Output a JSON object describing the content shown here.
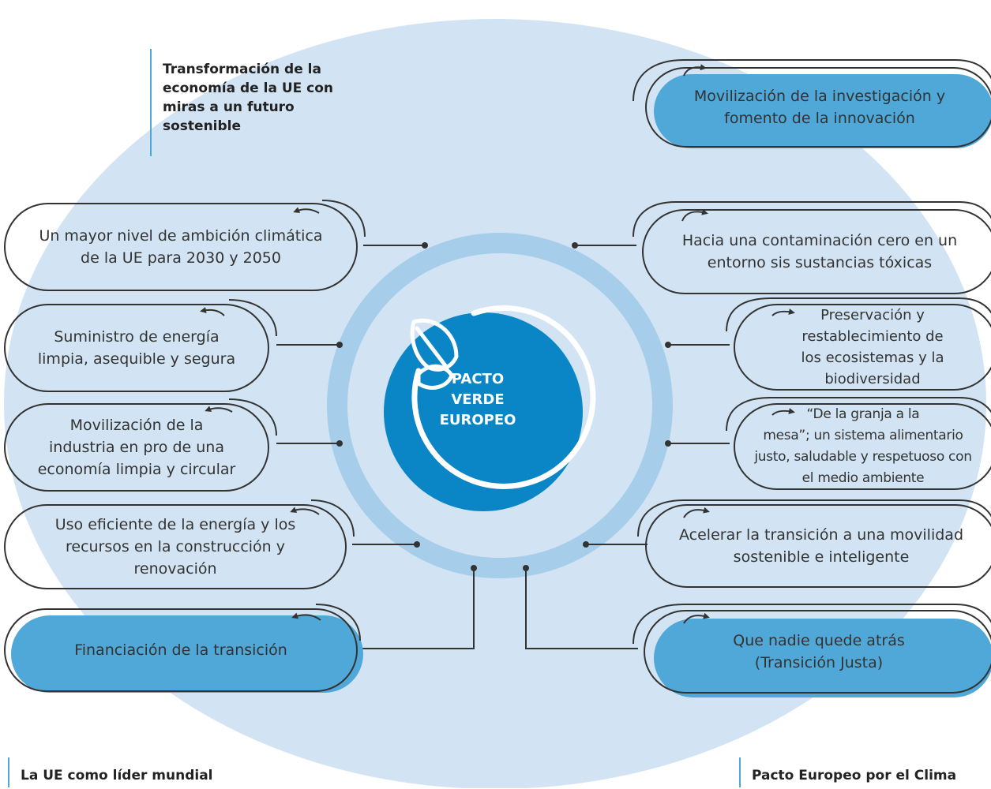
{
  "colors": {
    "background_circle": "#d2e4f3",
    "ring": "#a6cde9",
    "center": "#0a86c6",
    "highlight_box": "#4fa8d8",
    "outline": "#333333"
  },
  "center": {
    "icon": "leaf-icon",
    "line1": "PACTO",
    "line2": "VERDE",
    "line3": "EUROPEO"
  },
  "headings": {
    "top_left": "Transformación de la economía de la UE con miras a un futuro sostenible",
    "bottom_left": "La UE como líder mundial",
    "bottom_right": "Pacto Europeo por el Clima"
  },
  "right_items": [
    {
      "line1": "Movilización de la investigación y",
      "line2": "fomento de la innovación",
      "highlighted": true
    },
    {
      "line1": "Hacia una contaminación cero en un",
      "line2": "entorno sis sustancias tóxicas",
      "highlighted": false
    },
    {
      "line1": "Preservación y",
      "line2": "restablecimiento de",
      "line3": "los ecosistemas y la",
      "line4": "biodiversidad",
      "highlighted": false
    },
    {
      "line1": "“De la granja a la",
      "line2": "mesa”; un sistema alimentario",
      "line3": "justo, saludable y respetuoso con",
      "line4": "el medio ambiente",
      "highlighted": false
    },
    {
      "line1": "Acelerar la transición a una movilidad",
      "line2": "sostenible e inteligente",
      "highlighted": false
    },
    {
      "line1": "Que nadie quede atrás",
      "line2": "(Transición Justa)",
      "highlighted": true
    }
  ],
  "left_items": [
    {
      "line1": "Un mayor nivel de ambición climática",
      "line2": "de la UE para 2030 y 2050",
      "highlighted": false
    },
    {
      "line1": "Suministro de energía",
      "line2": "limpia, asequible y segura",
      "highlighted": false
    },
    {
      "line1": "Movilización de la",
      "line2": "industria en pro de una",
      "line3": "economía limpia y circular",
      "highlighted": false
    },
    {
      "line1": "Uso eficiente de la energía y los",
      "line2": "recursos en la construcción y",
      "line3": "renovación",
      "highlighted": false
    },
    {
      "line1": "Financiación de la transición",
      "highlighted": true
    }
  ]
}
